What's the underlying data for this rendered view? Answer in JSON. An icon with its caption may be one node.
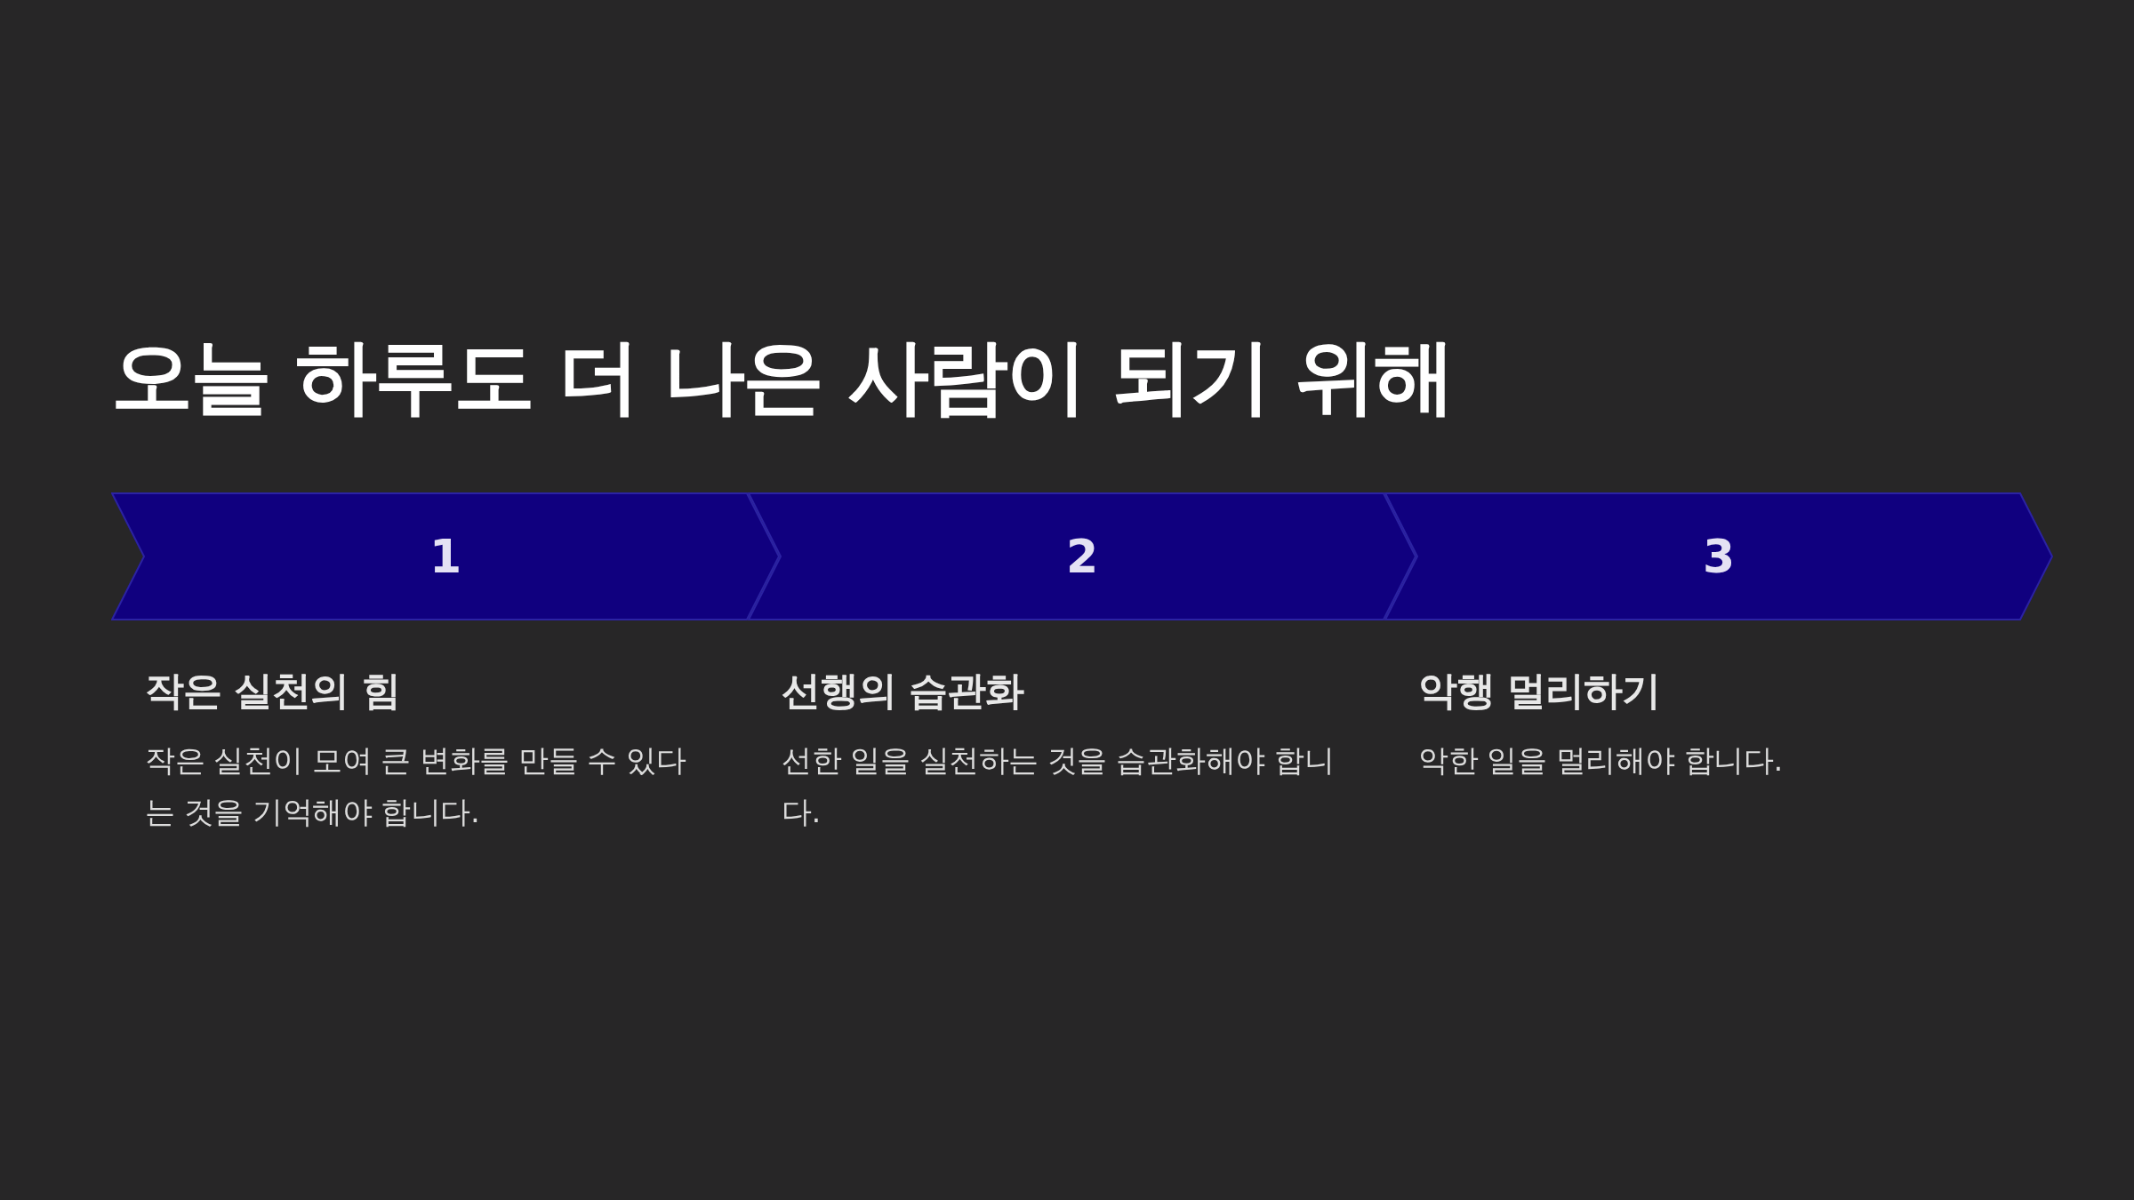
{
  "diagram": {
    "title": "오늘 하루도 더 나은 사람이 되기 위해",
    "nodes": [
      {
        "text": [
          "1"
        ],
        "beside": [
          "작은 실천의 힘",
          "작은 실천이 모여 큰 변화를 만들 수 있다는 것을 기억해야 합니다."
        ]
      },
      {
        "text": [
          "2"
        ],
        "beside": [
          "선행의 습관화",
          "선한 일을 실천하는 것을 습관화해야 합니다."
        ]
      },
      {
        "text": [
          "3"
        ],
        "beside": [
          "악행 멀리하기",
          "악한 일을 멀리해야 합니다."
        ]
      }
    ]
  }
}
